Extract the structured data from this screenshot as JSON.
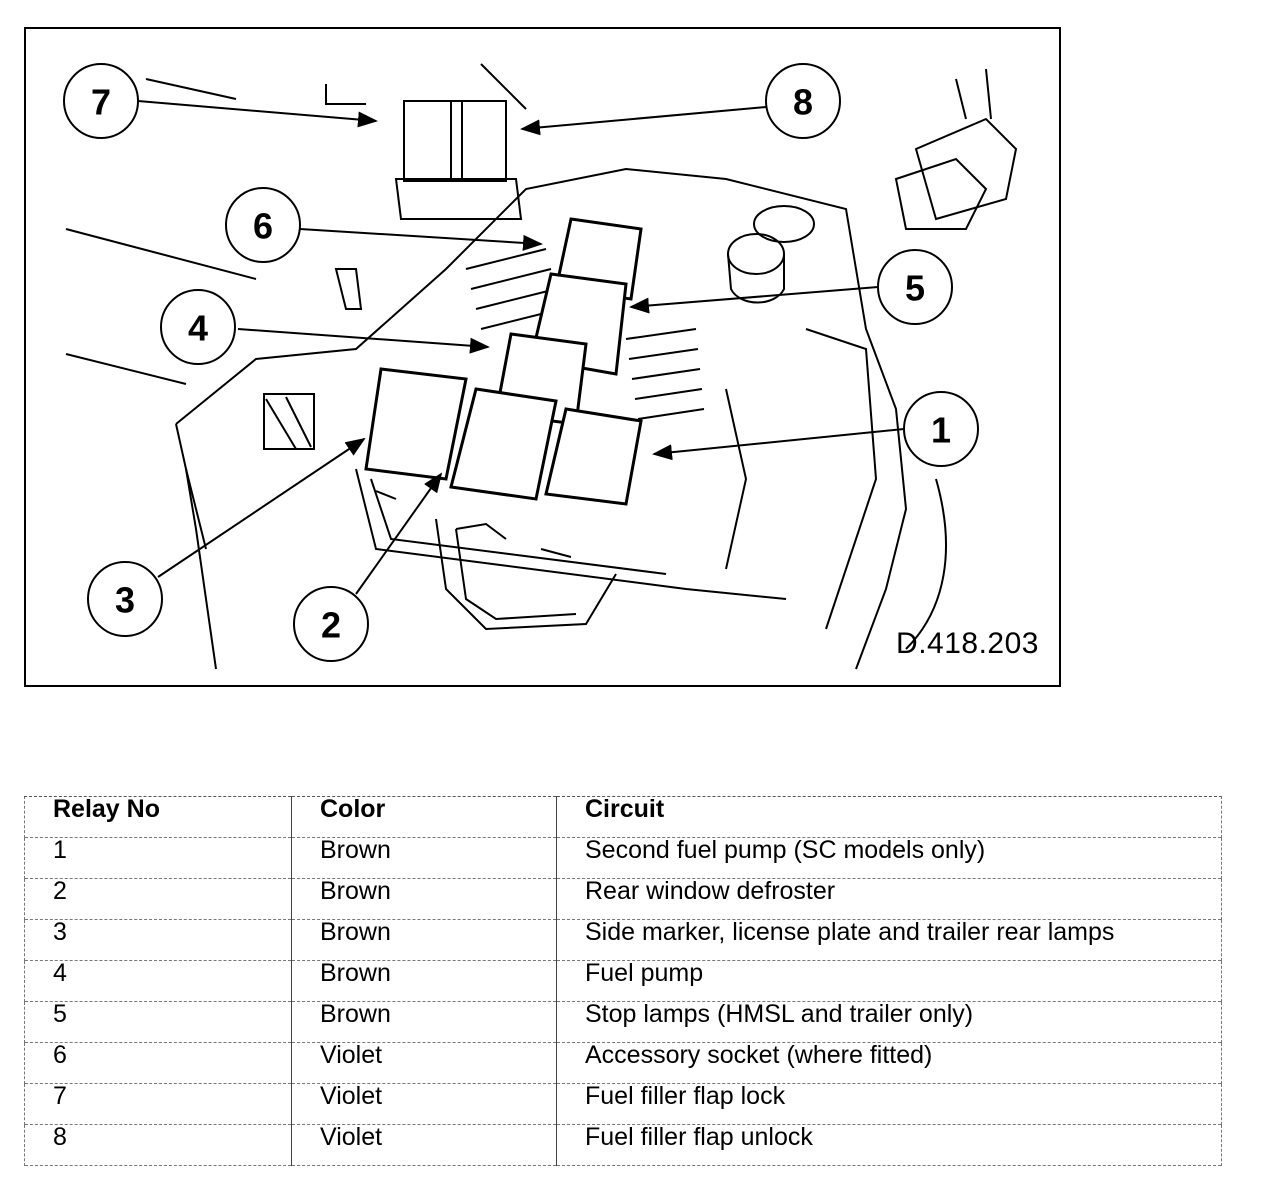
{
  "figure": {
    "reference": "D.418.203",
    "callouts": [
      "1",
      "2",
      "3",
      "4",
      "5",
      "6",
      "7",
      "8"
    ]
  },
  "table": {
    "headers": [
      "Relay No",
      "Color",
      "Circuit"
    ],
    "rows": [
      [
        "1",
        "Brown",
        "Second fuel pump (SC models only)"
      ],
      [
        "2",
        "Brown",
        "Rear window defroster"
      ],
      [
        "3",
        "Brown",
        "Side marker, license plate and trailer rear lamps"
      ],
      [
        "4",
        "Brown",
        "Fuel pump"
      ],
      [
        "5",
        "Brown",
        "Stop lamps (HMSL and trailer only)"
      ],
      [
        "6",
        "Violet",
        "Accessory socket (where fitted)"
      ],
      [
        "7",
        "Violet",
        "Fuel filler flap lock"
      ],
      [
        "8",
        "Violet",
        "Fuel filler flap unlock"
      ]
    ]
  }
}
